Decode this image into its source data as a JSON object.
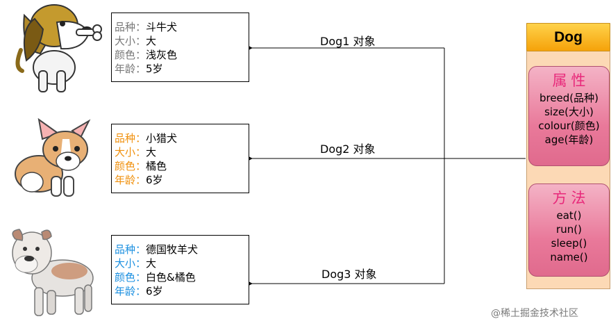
{
  "dogs": [
    {
      "label": "Dog1 对象",
      "keyColor": "#777777",
      "rows": [
        {
          "k": "品种：",
          "v": "斗牛犬"
        },
        {
          "k": "大小：",
          "v": "大"
        },
        {
          "k": "颜色：",
          "v": "浅灰色"
        },
        {
          "k": "年龄：",
          "v": "5岁"
        }
      ]
    },
    {
      "label": "Dog2 对象",
      "keyColor": "#f0900c",
      "rows": [
        {
          "k": "品种：",
          "v": "小猎犬"
        },
        {
          "k": "大小：",
          "v": "大"
        },
        {
          "k": "颜色：",
          "v": "橘色"
        },
        {
          "k": "年龄：",
          "v": "6岁"
        }
      ]
    },
    {
      "label": "Dog3 对象",
      "keyColor": "#1a8fe0",
      "rows": [
        {
          "k": "品种：",
          "v": "德国牧羊犬"
        },
        {
          "k": "大小：",
          "v": "大"
        },
        {
          "k": "颜色：",
          "v": "白色&橘色"
        },
        {
          "k": "年龄：",
          "v": "6岁"
        }
      ]
    }
  ],
  "class_box": {
    "title": "Dog",
    "attributes_title": "属性",
    "attributes": [
      "breed(品种)",
      "size(大小)",
      "colour(颜色)",
      "age(年龄)"
    ],
    "methods_title": "方法",
    "methods": [
      "eat()",
      "run()",
      "sleep()",
      "name()"
    ]
  },
  "watermark": "@稀土掘金技术社区"
}
